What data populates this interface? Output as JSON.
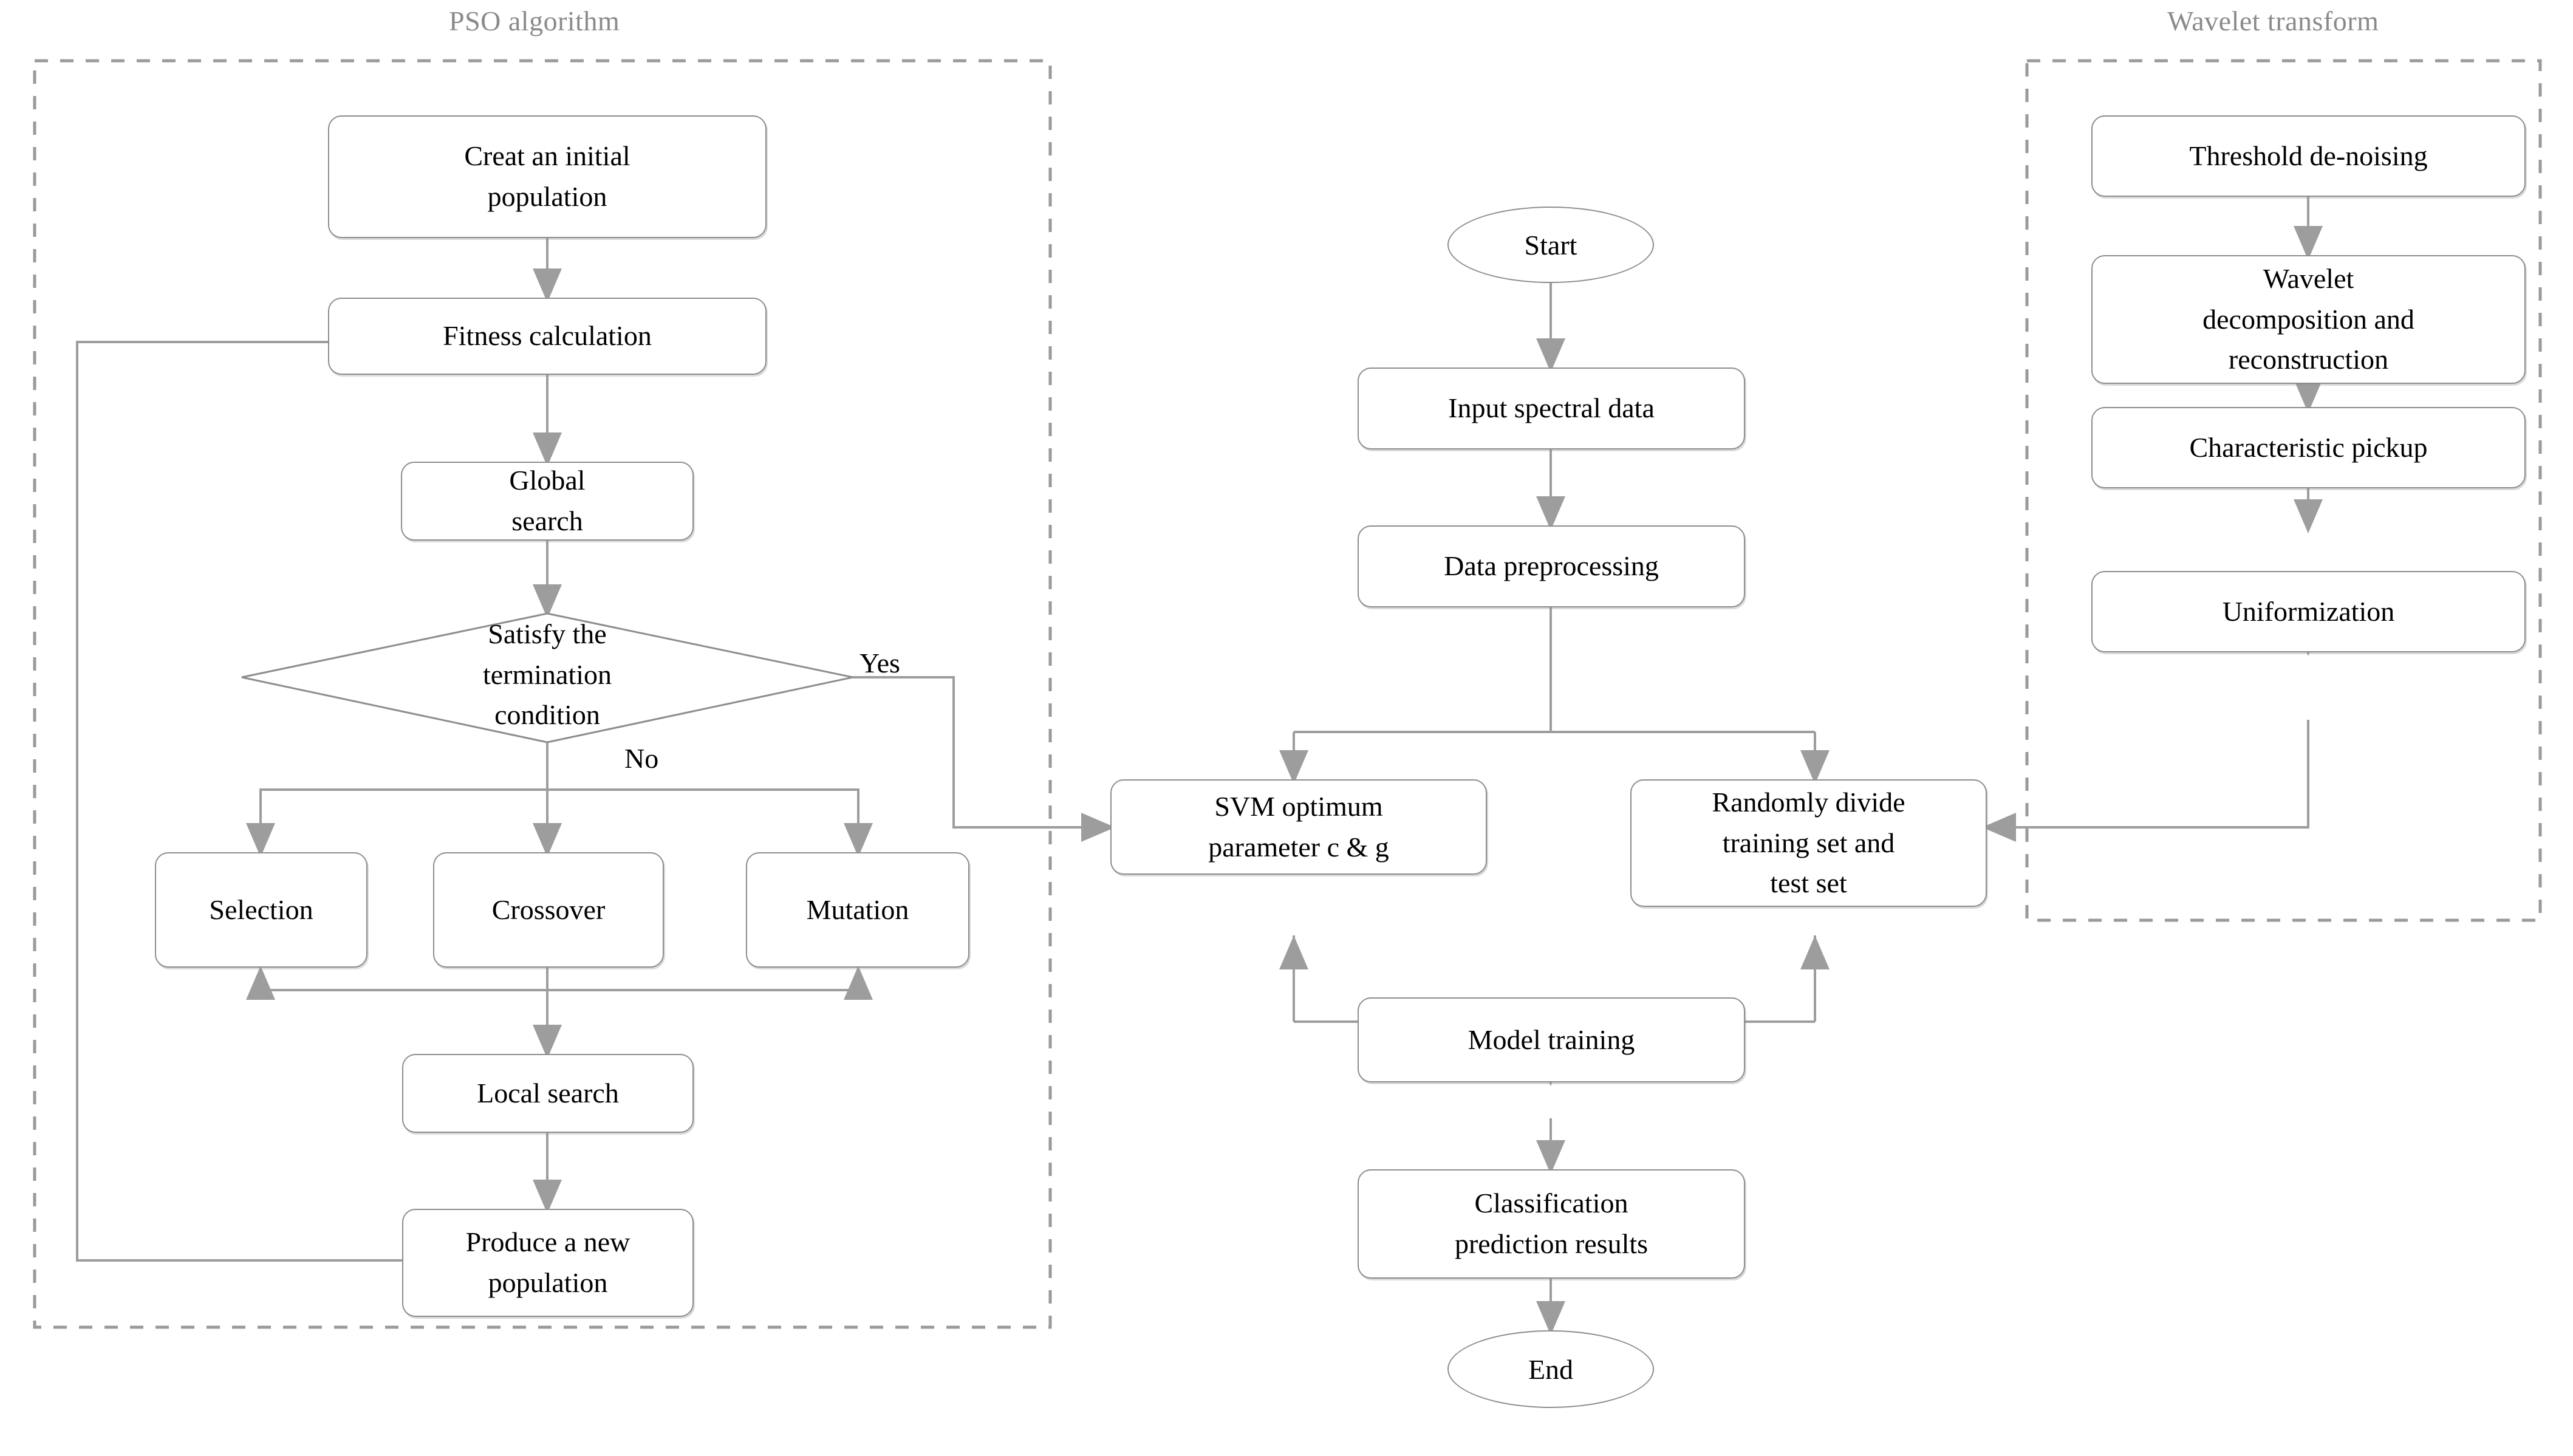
{
  "diagram": {
    "title_absent": true,
    "panels": [
      {
        "id": "pso",
        "label": "PSO algorithm"
      },
      {
        "id": "wavelet",
        "label": "Wavelet transform"
      }
    ],
    "pso_nodes": [
      {
        "id": "create-population",
        "label": "Creat an initial\npopulation",
        "line1": "Creat an initial",
        "line2": "population"
      },
      {
        "id": "fitness-calculation",
        "label": "Fitness calculation",
        "line1": "Fitness calculation",
        "line2": ""
      },
      {
        "id": "global-search",
        "label": "Global\nsearch",
        "line1": "Global",
        "line2": "search"
      },
      {
        "id": "termination-decision",
        "label": "Satisfy the\ntermination\ncondition",
        "line1": "Satisfy the",
        "line2": "termination",
        "line3": "condition"
      },
      {
        "id": "selection",
        "label": "Selection",
        "line1": "Selection",
        "line2": ""
      },
      {
        "id": "crossover",
        "label": "Crossover",
        "line1": "Crossover",
        "line2": ""
      },
      {
        "id": "mutation",
        "label": "Mutation",
        "line1": "Mutation",
        "line2": ""
      },
      {
        "id": "local-search",
        "label": "Local search",
        "line1": "Local search",
        "line2": ""
      },
      {
        "id": "produce-population",
        "label": "Produce a new\npopulation",
        "line1": "Produce a new",
        "line2": "population"
      }
    ],
    "main_nodes": [
      {
        "id": "start",
        "label": "Start"
      },
      {
        "id": "input-spectral-data",
        "label": "Input spectral data",
        "line1": "Input spectral data",
        "line2": ""
      },
      {
        "id": "data-preprocessing",
        "label": "Data preprocessing",
        "line1": "Data preprocessing",
        "line2": ""
      },
      {
        "id": "svm-optimum-parameter",
        "label": "SVM optimum\nparameter c & g",
        "line1": "SVM optimum",
        "line2": "parameter c & g"
      },
      {
        "id": "randomly-divide",
        "label": "Randomly divide\ntraining set and\ntest set",
        "line1": "Randomly divide",
        "line2": "training set and",
        "line3": "test set"
      },
      {
        "id": "model-training",
        "label": "Model training",
        "line1": "Model training",
        "line2": ""
      },
      {
        "id": "classification-prediction",
        "label": "Classification\nprediction results",
        "line1": "Classification",
        "line2": "prediction results"
      },
      {
        "id": "end",
        "label": "End"
      }
    ],
    "wavelet_nodes": [
      {
        "id": "threshold-denoising",
        "label": "Threshold de-noising",
        "line1": "Threshold de-noising",
        "line2": ""
      },
      {
        "id": "wavelet-decomposition",
        "label": "Wavelet\ndecomposition and\nreconstruction",
        "line1": "Wavelet",
        "line2": "decomposition and",
        "line3": "reconstruction"
      },
      {
        "id": "characteristic-pickup",
        "label": "Characteristic pickup",
        "line1": "Characteristic pickup",
        "line2": ""
      },
      {
        "id": "uniformization",
        "label": "Uniformization",
        "line1": "Uniformization",
        "line2": ""
      }
    ],
    "edge_labels": [
      {
        "id": "yes",
        "text": "Yes"
      },
      {
        "id": "no",
        "text": "No"
      }
    ],
    "colors": {
      "node_border": "#8d8d8d",
      "panel_border": "#9a9a9a",
      "panel_label": "#8a8a8a",
      "connector": "#9d9d9d",
      "text": "#000000",
      "background": "#ffffff"
    }
  }
}
